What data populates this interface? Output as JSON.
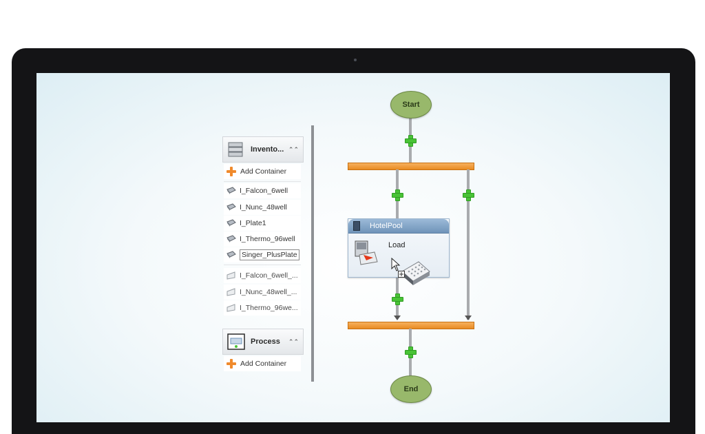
{
  "inventory": {
    "header": "Invento...",
    "add_label": "Add Container",
    "items": [
      "I_Falcon_6well",
      "I_Nunc_48well",
      "I_Plate1",
      "I_Thermo_96well",
      "Singer_PlusPlate"
    ],
    "faded_items": [
      "I_Falcon_6well_...",
      "I_Nunc_48well_...",
      "I_Thermo_96we..."
    ]
  },
  "process": {
    "header": "Process",
    "add_label": "Add Container"
  },
  "flow": {
    "start": "Start",
    "end": "End",
    "step_title": "HotelPool",
    "step_action": "Load"
  },
  "colors": {
    "node_green": "#98b86b",
    "bar_orange": "#e88b22",
    "plus_green": "#49c336",
    "step_header": "#6f93b9"
  }
}
